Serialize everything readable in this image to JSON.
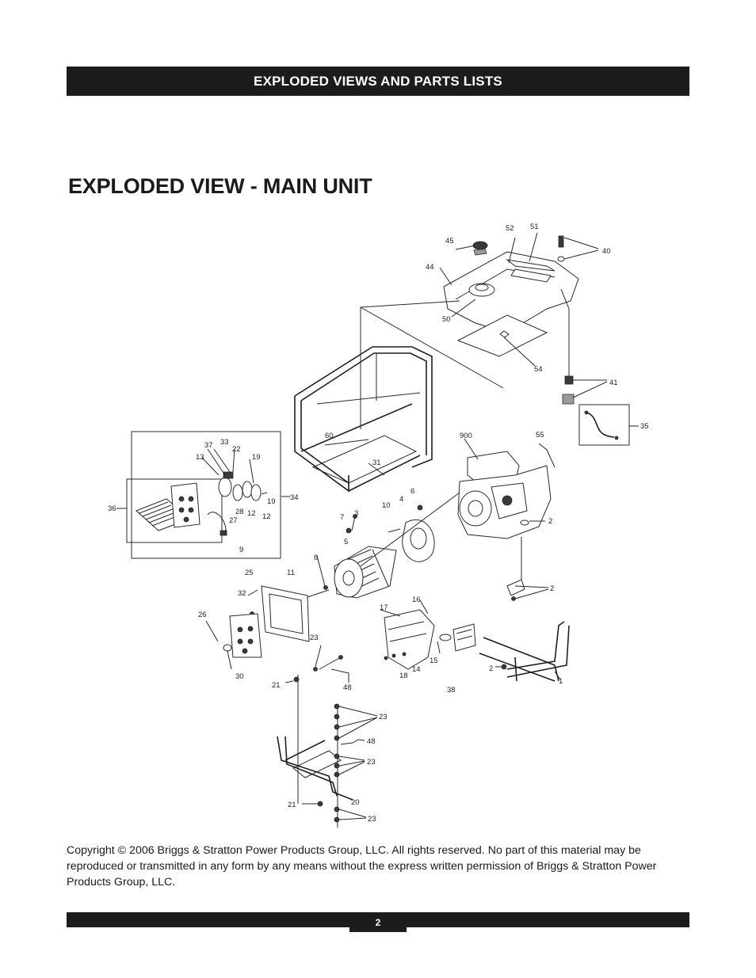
{
  "header": {
    "title": "EXPLODED VIEWS AND PARTS LISTS"
  },
  "page_title": "EXPLODED VIEW - MAIN UNIT",
  "copyright": "Copyright © 2006 Briggs & Stratton Power Products Group, LLC.  All rights reserved.  No part of this material may be reproduced or transmitted in any form by any means without the express written permission of Briggs & Stratton Power Products Group, LLC.",
  "page_number": "2",
  "callouts": {
    "c45": "45",
    "c52": "52",
    "c51": "51",
    "c40": "40",
    "c44": "44",
    "c50": "50",
    "c54": "54",
    "c41": "41",
    "c35": "35",
    "c60": "60",
    "c31": "31",
    "c900": "900",
    "c55": "55",
    "c37": "37",
    "c33": "33",
    "c22": "22",
    "c13": "13",
    "c19a": "19",
    "c19b": "19",
    "c34": "34",
    "c36": "36",
    "c28": "28",
    "c12a": "12",
    "c12b": "12",
    "c27": "27",
    "c9": "9",
    "c6": "6",
    "c4": "4",
    "c10": "10",
    "c3": "3",
    "c7": "7",
    "c5": "5",
    "c2a": "2",
    "c8": "8",
    "c25": "25",
    "c11": "11",
    "c2b": "2",
    "c32": "32",
    "c26": "26",
    "c16": "16",
    "c17": "17",
    "c23a": "23",
    "c15": "15",
    "c14": "14",
    "c18": "18",
    "c2c": "2",
    "c1": "1",
    "c38": "38",
    "c30": "30",
    "c21a": "21",
    "c48a": "48",
    "c23b": "23",
    "c48b": "48",
    "c23c": "23",
    "c20": "20",
    "c21b": "21",
    "c23d": "23"
  }
}
